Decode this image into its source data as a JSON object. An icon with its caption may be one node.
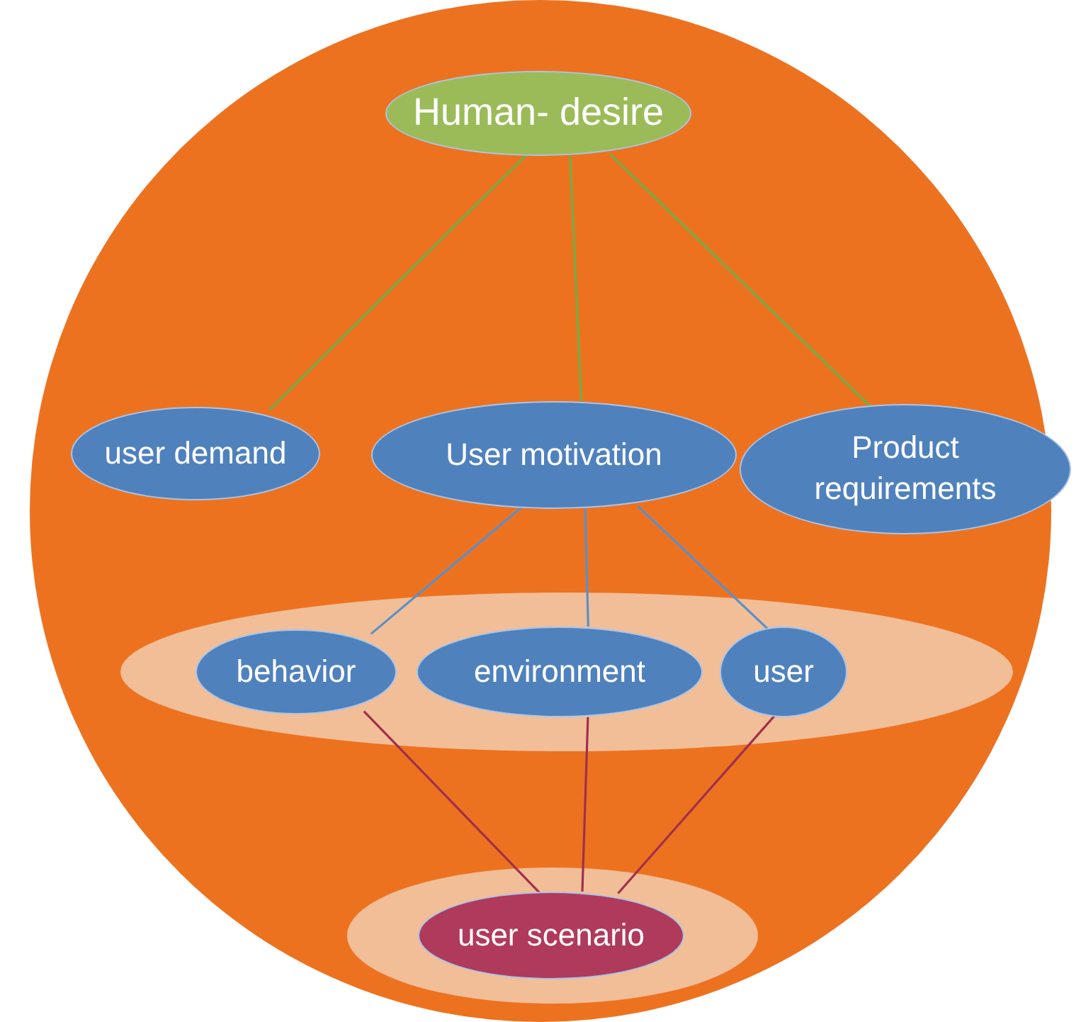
{
  "diagram": {
    "nodes": [
      {
        "text": [],
        "shape": "circle"
      },
      {
        "text": [
          "Human- desire"
        ],
        "in": 0
      },
      {
        "text": [
          "user demand"
        ],
        "in": 0
      },
      {
        "text": [
          "User motivation"
        ],
        "in": 0
      },
      {
        "text": [
          "Product requirements"
        ],
        "in": 0
      },
      {
        "text": [],
        "shape": "ellipse",
        "in": 0
      },
      {
        "text": [
          "behavior"
        ],
        "in": 5
      },
      {
        "text": [
          "environment"
        ],
        "in": 5
      },
      {
        "text": [
          "user"
        ],
        "in": 5
      },
      {
        "text": [],
        "shape": "ellipse",
        "in": 0
      },
      {
        "text": [
          "user scenario"
        ],
        "in": 9
      }
    ],
    "edges": [
      {
        "from": 1,
        "to": 2,
        "arrow": "none",
        "color": "#70ad47"
      },
      {
        "from": 1,
        "to": 3,
        "arrow": "none",
        "color": "#70ad47"
      },
      {
        "from": 1,
        "to": 4,
        "arrow": "none",
        "color": "#70ad47"
      },
      {
        "from": 3,
        "to": 6,
        "arrow": "none",
        "color": "#5b8fc9"
      },
      {
        "from": 3,
        "to": 7,
        "arrow": "none",
        "color": "#5b8fc9"
      },
      {
        "from": 3,
        "to": 8,
        "arrow": "none",
        "color": "#5b8fc9"
      },
      {
        "from": 6,
        "to": 10,
        "arrow": "none",
        "color": "#a0304a"
      },
      {
        "from": 7,
        "to": 10,
        "arrow": "none",
        "color": "#a0304a"
      },
      {
        "from": 8,
        "to": 10,
        "arrow": "none",
        "color": "#a0304a"
      }
    ]
  }
}
